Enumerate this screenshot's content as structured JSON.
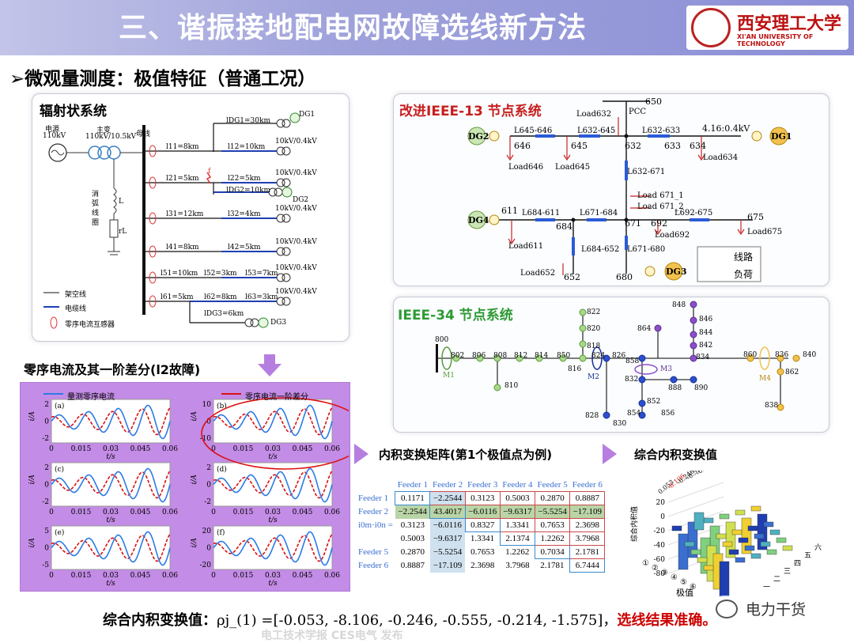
{
  "header": {
    "title": "三、谐振接地配电网故障选线新方法",
    "logo_cn": "西安理工大学",
    "logo_en": "XI'AN UNIVERSITY OF TECHNOLOGY"
  },
  "subtitle": "➢微观量测度：极值特征（普通工况）",
  "radial": {
    "title": "辐射状系统",
    "source": "电源",
    "source_kv": "110kV",
    "transformer": "主变",
    "transformer_kv": "110kV/10.5kV",
    "bus": "母线",
    "coil_label": "消弧线圈",
    "L": "L",
    "rL": "rL",
    "lines": [
      {
        "l1": "l11=8km",
        "l2": "l12=10km",
        "load": "10kV/0.4kV"
      },
      {
        "l1": "l21=5km",
        "l2": "l22=5km",
        "load": "10kV/0.4kV"
      },
      {
        "l1": "l31=12km",
        "l2": "l32=4km",
        "load": "10kV/0.4kV"
      },
      {
        "l1": "l41=8km",
        "l2": "l42=5km",
        "load": "10kV/0.4kV"
      },
      {
        "l1": "l51=10km",
        "l2": "l52=3km",
        "l3": "l53=7km",
        "load": "10kV/0.4kV"
      },
      {
        "l1": "l61=5km",
        "l2": "l62=8km",
        "l3": "l63=3km",
        "load": "10kV/0.4kV"
      }
    ],
    "dg_lines": [
      "lDG1=30km",
      "lDG2=10km",
      "lDG3=6km"
    ],
    "dgs": [
      "DG1",
      "DG2",
      "DG3"
    ],
    "legend": [
      "架空线",
      "电缆线",
      "零序电流互感器"
    ],
    "fault": "f"
  },
  "ieee13": {
    "title": "改进IEEE-13 节点系统",
    "nodes": [
      "650",
      "646",
      "645",
      "632",
      "633",
      "634",
      "611",
      "684",
      "671",
      "692",
      "675",
      "652",
      "680"
    ],
    "labels": [
      "Load632",
      "PCC",
      "L645-646",
      "L632-645",
      "L632-633",
      "4.16:0.4kV",
      "L632-671",
      "Load 671_1",
      "Load 671_2",
      "L684-611",
      "L671-684",
      "L692-675",
      "L684-652",
      "L671-680",
      "Load646",
      "Load645",
      "Load634",
      "Load611",
      "Load692",
      "Load675",
      "Load652"
    ],
    "dgs": [
      "DG1",
      "DG2",
      "DG3",
      "DG4"
    ],
    "legend": [
      "线路",
      "负荷"
    ]
  },
  "ieee34": {
    "title": "IEEE-34 节点系统",
    "nodes": [
      "800",
      "802",
      "806",
      "808",
      "810",
      "812",
      "814",
      "850",
      "816",
      "818",
      "820",
      "822",
      "824",
      "826",
      "828",
      "830",
      "854",
      "852",
      "856",
      "858",
      "832",
      "864",
      "834",
      "842",
      "844",
      "846",
      "848",
      "860",
      "836",
      "840",
      "862",
      "838",
      "888",
      "890"
    ],
    "meters": [
      "M1",
      "M2",
      "M3",
      "M4"
    ]
  },
  "waveform": {
    "title": "零序电流及其一阶差分(l2故障)",
    "legend_measured": "量测零序电流",
    "legend_diff": "零序电流一阶差分",
    "panels": [
      {
        "tag": "(a)",
        "yticks": [
          "2",
          "0",
          "-2"
        ]
      },
      {
        "tag": "(b)",
        "yticks": [
          "10",
          "0",
          "-10"
        ]
      },
      {
        "tag": "(c)",
        "yticks": [
          "2",
          "0",
          "-2"
        ]
      },
      {
        "tag": "(d)",
        "yticks": [
          "2",
          "0",
          "-2"
        ]
      },
      {
        "tag": "(e)",
        "yticks": [
          "5",
          "0",
          "-5"
        ]
      },
      {
        "tag": "(f)",
        "yticks": [
          "20",
          "0",
          "-20"
        ]
      }
    ],
    "xticks": [
      "0",
      "0.015",
      "0.03",
      "0.045",
      "0.06"
    ],
    "xlabel": "t/s",
    "ylabel": "i/A"
  },
  "matrix": {
    "title": "内积变换矩阵(第1个极值点为例)",
    "col_headers": [
      "Feeder 1",
      "Feeder 2",
      "Feeder 3",
      "Feeder 4",
      "Feeder 5",
      "Feeder 6"
    ],
    "row_headers": [
      "Feeder 1",
      "Feeder 2",
      "",
      "",
      "Feeder 5",
      "Feeder 6"
    ],
    "side_label": "i0m·i0n =",
    "rows": [
      [
        "0.1171",
        "−2.2544",
        "0.3123",
        "0.5003",
        "0.2870",
        "0.8887"
      ],
      [
        "−2.2544",
        "43.4017",
        "−6.0116",
        "−9.6317",
        "−5.5254",
        "−17.109"
      ],
      [
        "0.3123",
        "−6.0116",
        "0.8327",
        "1.3341",
        "0.7653",
        "2.3698"
      ],
      [
        "0.5003",
        "−9.6317",
        "1.3341",
        "2.1374",
        "1.2262",
        "3.7968"
      ],
      [
        "0.2870",
        "−5.5254",
        "0.7653",
        "1.2262",
        "0.7034",
        "2.1781"
      ],
      [
        "0.8887",
        "−17.109",
        "2.3698",
        "3.7968",
        "2.1781",
        "6.7444"
      ]
    ]
  },
  "bar3d": {
    "title": "综合内积变换值",
    "value_labels": [
      "0.053",
      "-8.106",
      "-0.246",
      "-0.555",
      "-0.214",
      "-1.575"
    ],
    "zticks": [
      "20",
      "0",
      "-20",
      "-40",
      "-60",
      "-80"
    ],
    "zlabel": "综合内积值",
    "xlabel": "极值",
    "xticks": [
      "①",
      "②",
      "③",
      "④",
      "⑤",
      "⑥"
    ],
    "yticks": [
      "一",
      "二",
      "三",
      "四",
      "五",
      "六"
    ]
  },
  "bottom": {
    "label": "综合内积变换值：",
    "formula": "ρj_(1) =[-0.053, -8.106, -0.246, -0.555, -0.214, -1.575]，",
    "conclusion": "选线结果准确。"
  },
  "watermark": "电力干货",
  "faded_footer": "电工技术学报 CES电气 发布"
}
